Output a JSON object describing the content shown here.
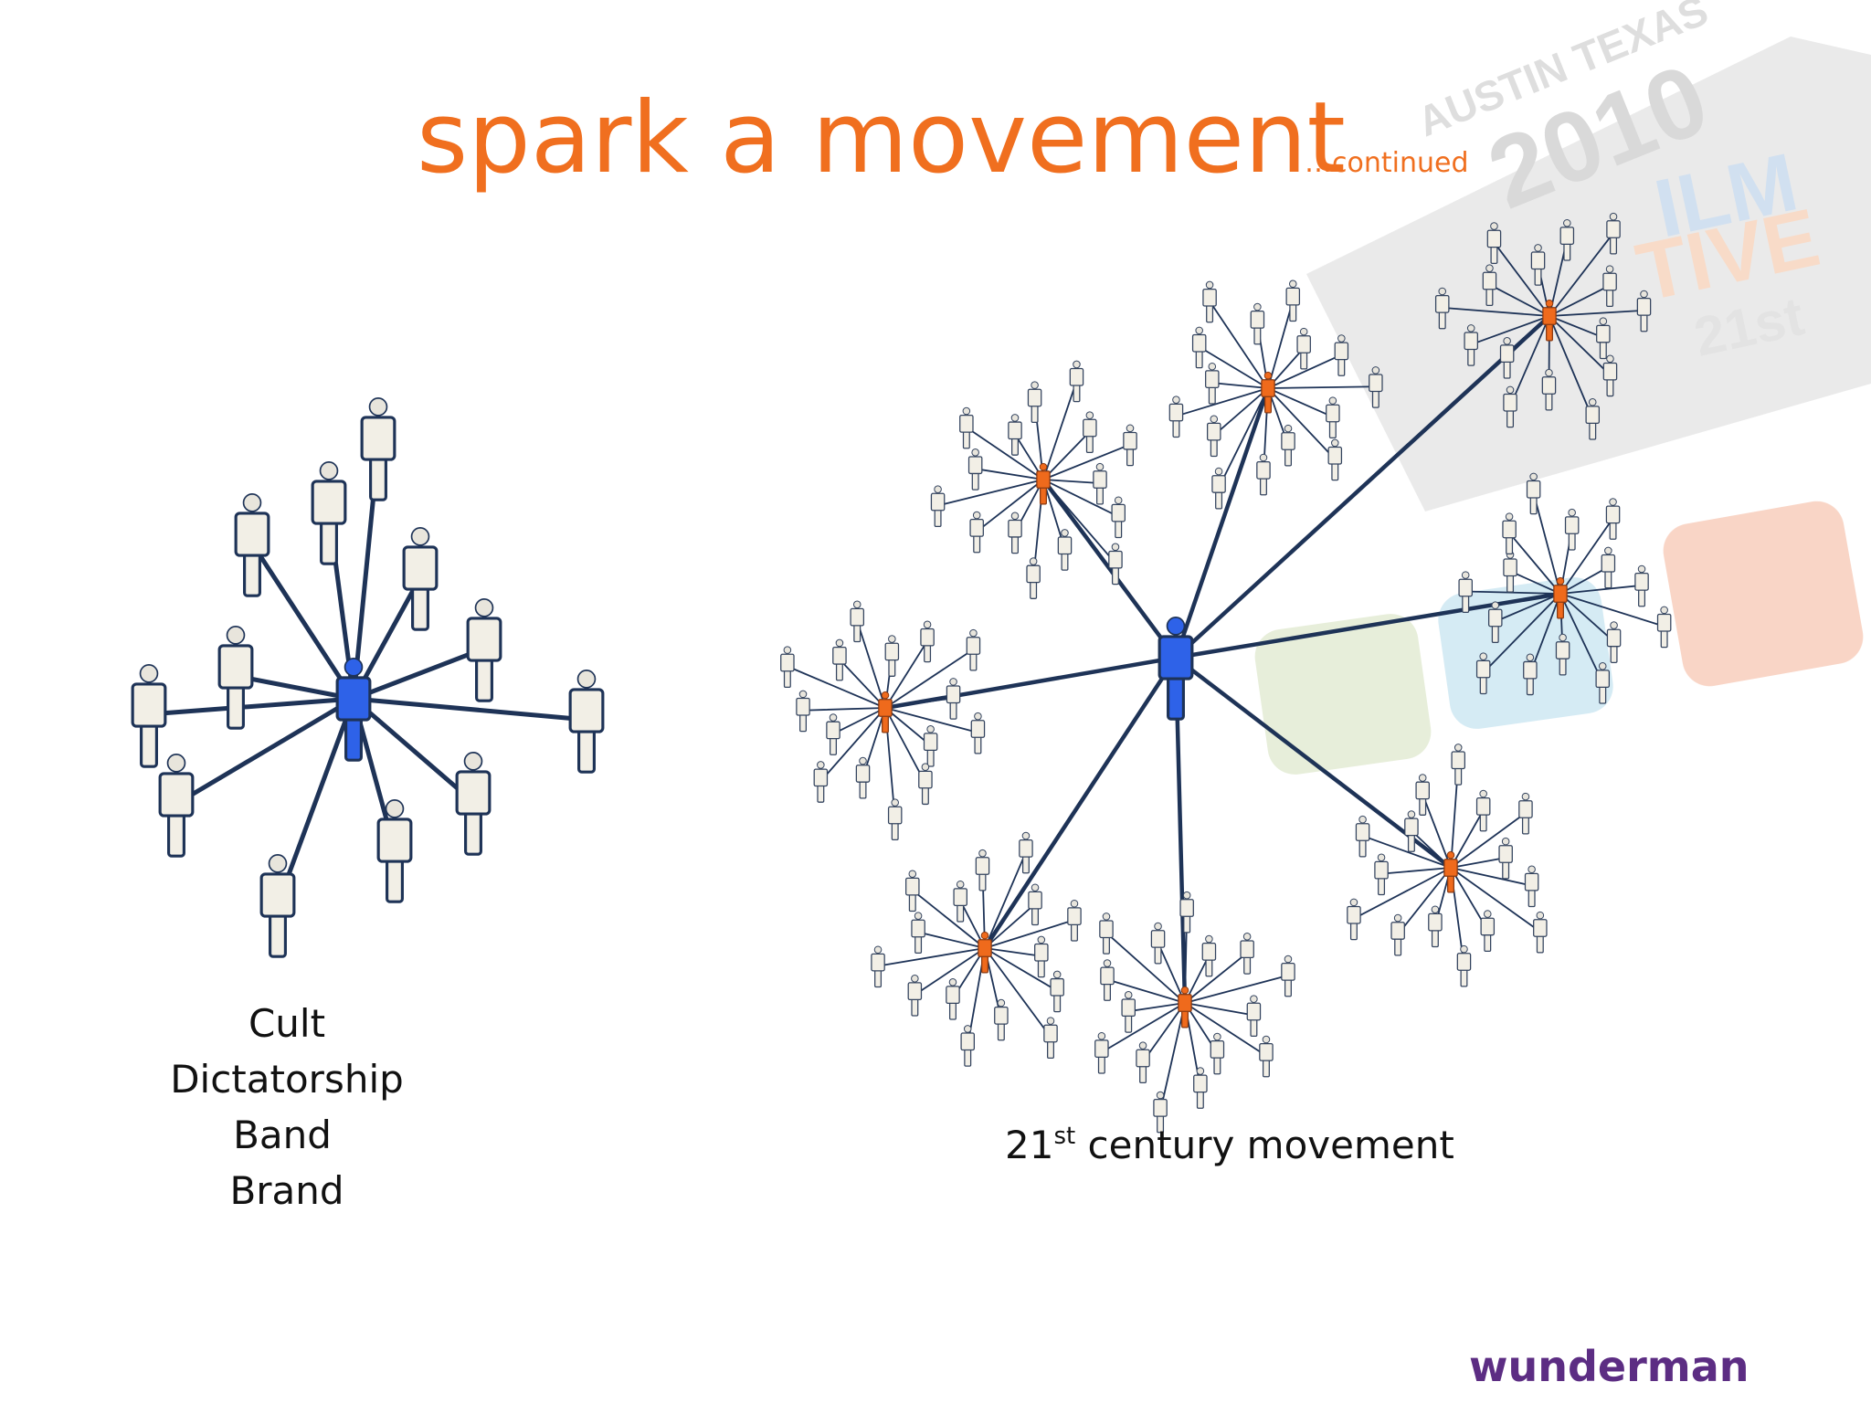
{
  "title": "spark a movement",
  "title_suffix": "…continued",
  "left_diagram": {
    "caption_lines": [
      "Cult",
      "Dictatorship",
      "Band",
      "Brand"
    ]
  },
  "right_diagram": {
    "caption_prefix": "21",
    "caption_sup": "st",
    "caption_suffix": " century movement"
  },
  "watermark": {
    "line1": "AUSTIN TEXAS",
    "line2": "2010",
    "line3": "ILM",
    "line4": "TIVE",
    "line5": "21st"
  },
  "brand": "wunderman",
  "colors": {
    "title": "#f06f1f",
    "center_node": "#2e62e8",
    "hub_node": "#ef6a1c",
    "person_fill": "#f2efe6",
    "link": "#1e3357",
    "brand": "#5c2d83"
  }
}
